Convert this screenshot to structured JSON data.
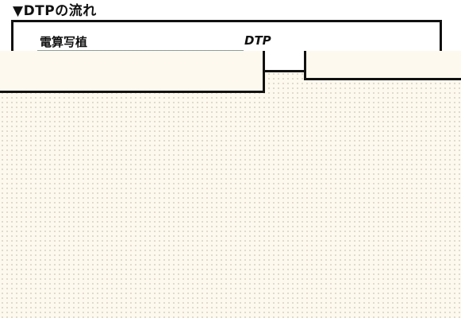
{
  "section": {
    "heading": "▼DTPの流れ"
  },
  "flow": {
    "left_label": "電算写植",
    "right_label": "DTP"
  }
}
